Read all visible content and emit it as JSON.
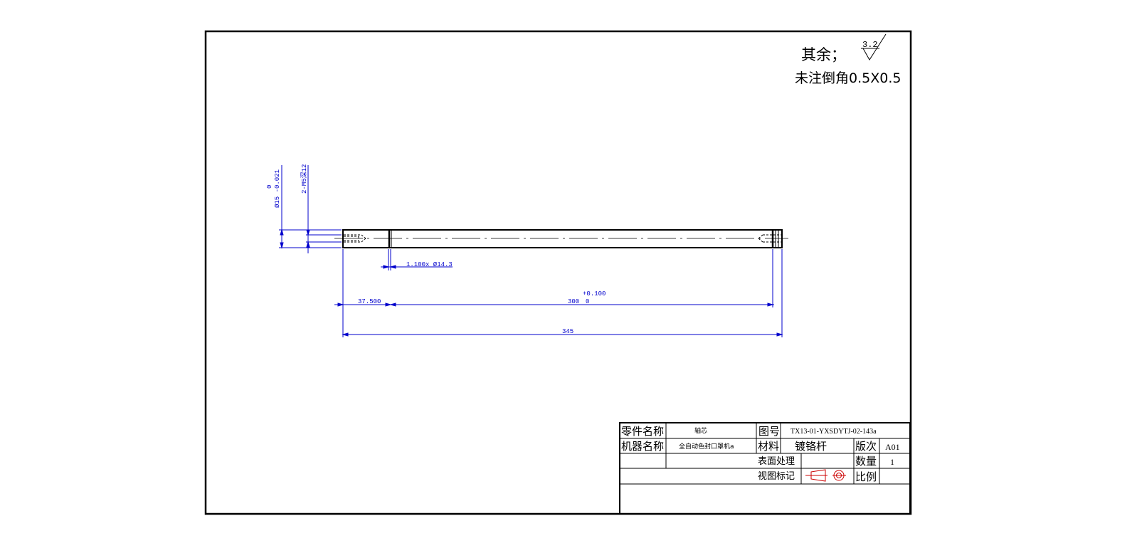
{
  "notes": {
    "roughness_prefix": "其余；",
    "roughness_value": "3.2",
    "chamfer_note": "未注倒角0.5X0.5"
  },
  "dimensions": {
    "diameter_main": "Ø15 -0.021",
    "diameter_main_upper": "0",
    "thread_hole": "2-M5深12",
    "groove": "1.100x Ø14.3",
    "length_left": "37.500",
    "length_middle": "300",
    "length_middle_tol_upper": "+0.100",
    "length_middle_tol_lower": "0",
    "length_total": "345"
  },
  "title_block": {
    "part_name_label": "零件名称",
    "part_name_value": "轴芯",
    "drawing_no_label": "图号",
    "drawing_no_value": "TX13-01-YXSDYTJ-02-143a",
    "machine_name_label": "机器名称",
    "machine_name_value": "全自动色封口罩机a",
    "material_label": "材料",
    "material_value": "镀铬杆",
    "version_label": "版次",
    "version_value": "A01",
    "surface_label": "表面处理",
    "surface_value": "",
    "quantity_label": "数量",
    "quantity_value": "1",
    "view_label": "视图标记",
    "scale_label": "比例",
    "scale_value": ""
  },
  "colors": {
    "outline": "#000000",
    "dimension": "#0000cc"
  }
}
